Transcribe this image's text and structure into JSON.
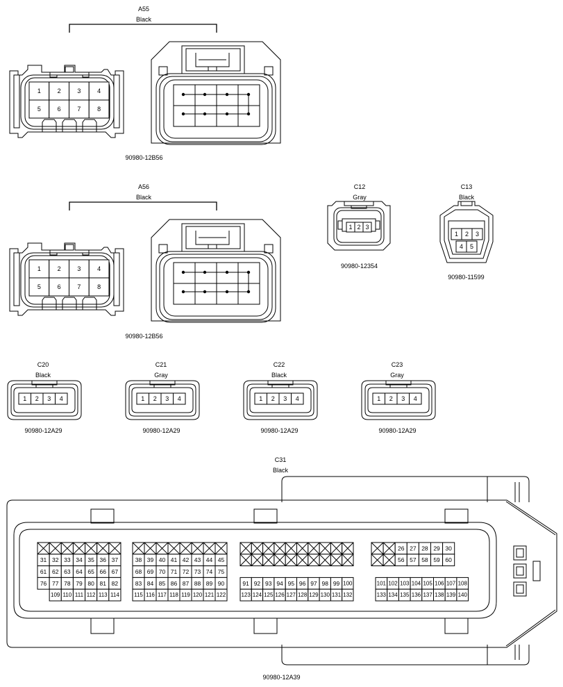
{
  "colors": {
    "stroke": "#000000",
    "background": "#ffffff"
  },
  "a55": {
    "name": "A55",
    "color": "Black",
    "part": "90980-12B56",
    "pins": [
      "1",
      "2",
      "3",
      "4",
      "5",
      "6",
      "7",
      "8"
    ]
  },
  "a56": {
    "name": "A56",
    "color": "Black",
    "part": "90980-12B56",
    "pins": [
      "1",
      "2",
      "3",
      "4",
      "5",
      "6",
      "7",
      "8"
    ]
  },
  "c12": {
    "name": "C12",
    "color": "Gray",
    "part": "90980-12354",
    "pins": [
      "1",
      "2",
      "3"
    ]
  },
  "c13": {
    "name": "C13",
    "color": "Black",
    "part": "90980-11599",
    "pins": [
      "1",
      "2",
      "3",
      "4",
      "5"
    ]
  },
  "c20": {
    "name": "C20",
    "color": "Black",
    "part": "90980-12A29",
    "pins": [
      "1",
      "2",
      "3",
      "4"
    ]
  },
  "c21": {
    "name": "C21",
    "color": "Gray",
    "part": "90980-12A29",
    "pins": [
      "1",
      "2",
      "3",
      "4"
    ]
  },
  "c22": {
    "name": "C22",
    "color": "Black",
    "part": "90980-12A29",
    "pins": [
      "1",
      "2",
      "3",
      "4"
    ]
  },
  "c23": {
    "name": "C23",
    "color": "Gray",
    "part": "90980-12A29",
    "pins": [
      "1",
      "2",
      "3",
      "4"
    ]
  },
  "c31": {
    "name": "C31",
    "color": "Black",
    "part": "90980-12A39",
    "blocks": [
      {
        "rows": [
          [
            "X",
            "X",
            "X",
            "X",
            "X",
            "X",
            "X"
          ],
          [
            "31",
            "32",
            "33",
            "34",
            "35",
            "36",
            "37"
          ],
          [
            "61",
            "62",
            "63",
            "64",
            "65",
            "66",
            "67"
          ],
          [
            "76",
            "77",
            "78",
            "79",
            "80",
            "81",
            "82"
          ],
          [
            "",
            "109",
            "110",
            "111",
            "112",
            "113",
            "114"
          ]
        ]
      },
      {
        "rows": [
          [
            "X",
            "X",
            "X",
            "X",
            "X",
            "X",
            "X",
            "X"
          ],
          [
            "38",
            "39",
            "40",
            "41",
            "42",
            "43",
            "44",
            "45"
          ],
          [
            "68",
            "69",
            "70",
            "71",
            "72",
            "73",
            "74",
            "75"
          ],
          [
            "83",
            "84",
            "85",
            "86",
            "87",
            "88",
            "89",
            "90"
          ],
          [
            "115",
            "116",
            "117",
            "118",
            "119",
            "120",
            "121",
            "122"
          ]
        ]
      },
      {
        "rows": [
          [
            "X",
            "X",
            "X",
            "X",
            "X",
            "X",
            "X",
            "X",
            "X",
            "X"
          ],
          [
            "X",
            "X",
            "X",
            "X",
            "X",
            "X",
            "X",
            "X",
            "X",
            "X"
          ],
          [
            "",
            "",
            "",
            "",
            "",
            "",
            "",
            "",
            "",
            ""
          ],
          [
            "91",
            "92",
            "93",
            "94",
            "95",
            "96",
            "97",
            "98",
            "99",
            "100"
          ],
          [
            "123",
            "124",
            "125",
            "126",
            "127",
            "128",
            "129",
            "130",
            "131",
            "132"
          ]
        ]
      },
      {
        "rows": [
          [
            "X",
            "X",
            "26",
            "27",
            "28",
            "29",
            "30"
          ],
          [
            "X",
            "X",
            "56",
            "57",
            "58",
            "59",
            "60"
          ],
          [
            "",
            "",
            "",
            "",
            "",
            "",
            ""
          ],
          [
            "101",
            "102",
            "103",
            "104",
            "105",
            "106",
            "107",
            "108"
          ],
          [
            "133",
            "134",
            "135",
            "136",
            "137",
            "138",
            "139",
            "140"
          ]
        ]
      }
    ]
  }
}
